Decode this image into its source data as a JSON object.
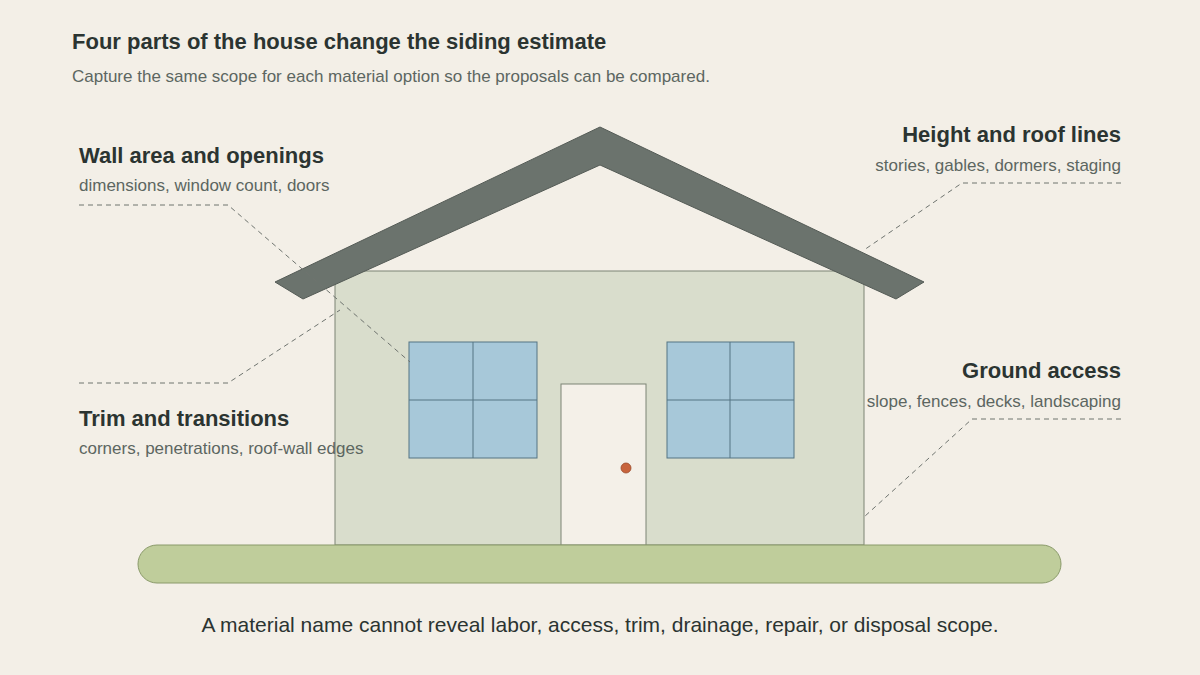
{
  "diagram": {
    "title": "Four parts of the house change the siding estimate",
    "caption": "A material name cannot reveal labor, access, trim, drainage, repair, or disposal scope.",
    "labels": [
      "Capture the same scope for each material option so the proposals can be compared.",
      "Wall area and openings",
      "dimensions, window count, doors",
      "Height and roof lines",
      "stories, gables, dormers, staging",
      "Trim and transitions",
      "corners, penetrations, roof-wall edges",
      "Ground access",
      "slope, fences, decks, landscaping"
    ]
  }
}
